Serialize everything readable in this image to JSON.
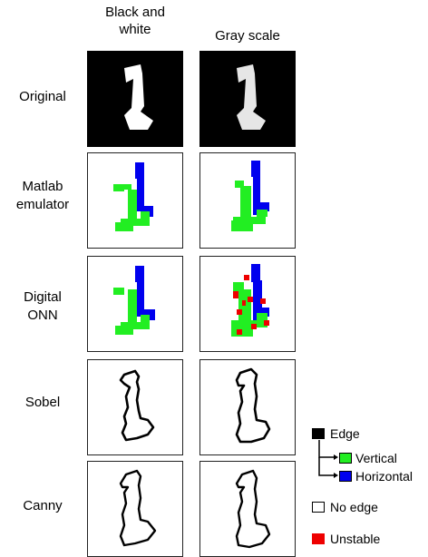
{
  "columns": [
    "Black and white",
    "Gray scale"
  ],
  "rows": [
    "Original",
    "Matlab emulator",
    "Digital ONN",
    "Sobel",
    "Canny"
  ],
  "legend": {
    "edge": "Edge",
    "vertical": "Vertical",
    "horizontal": "Horizontal",
    "no_edge": "No edge",
    "unstable": "Unstable"
  },
  "colors": {
    "edge": "#000000",
    "vertical": "#22ee22",
    "horizontal": "#0000ee",
    "no_edge": "#ffffff",
    "unstable": "#ee0000"
  }
}
